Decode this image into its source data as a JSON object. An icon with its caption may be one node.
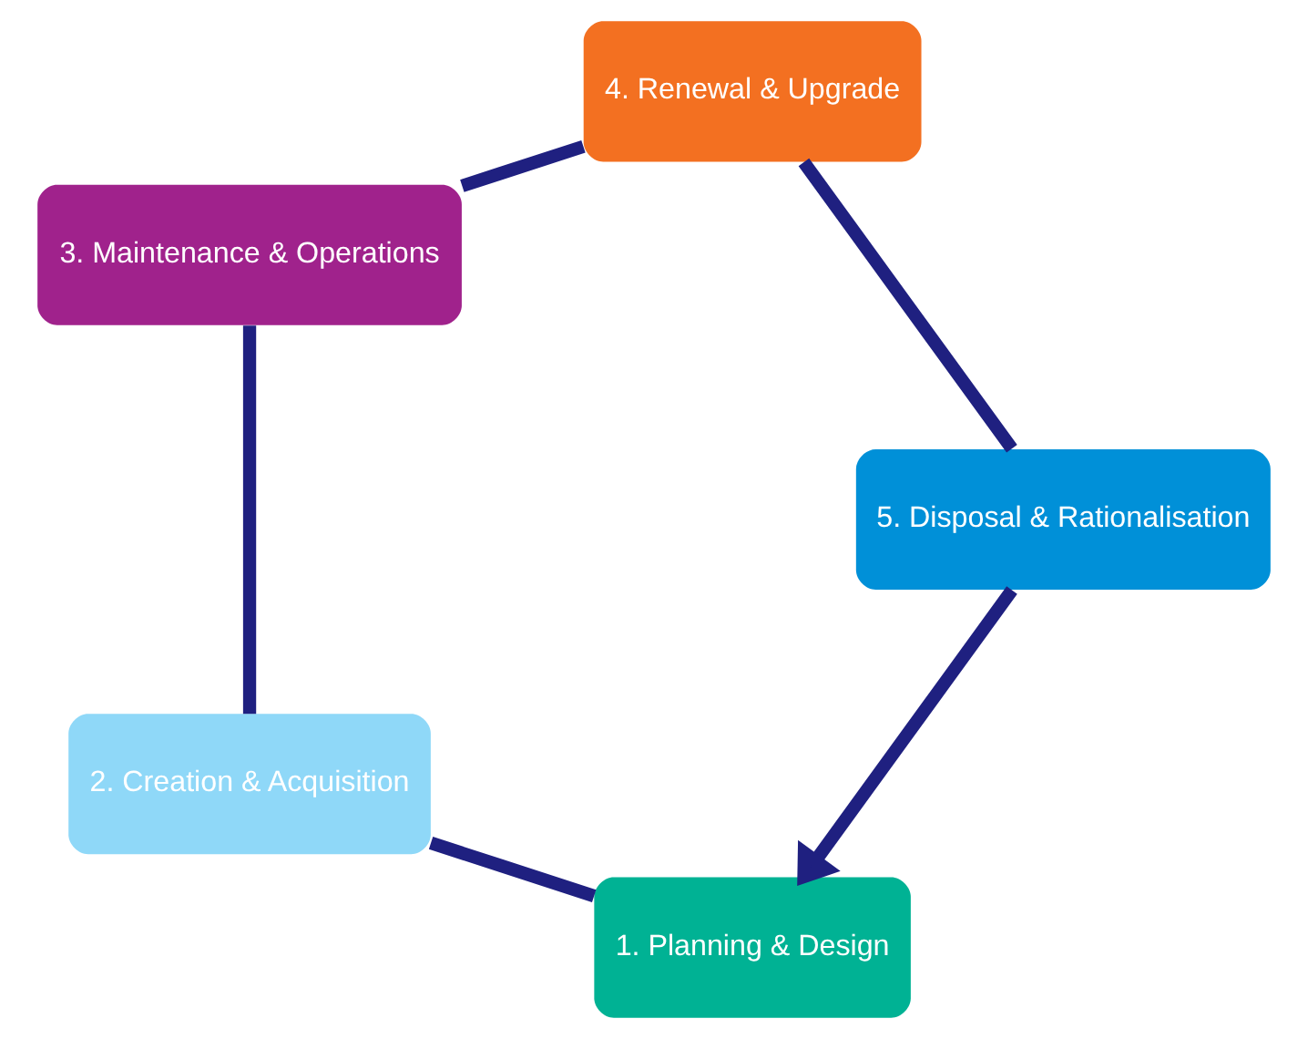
{
  "diagram": {
    "nodes": [
      {
        "text": [
          "1. Planning & Design"
        ]
      },
      {
        "text": [
          "2. Creation & Acquisition"
        ]
      },
      {
        "text": [
          "3. Maintenance & Operations"
        ]
      },
      {
        "text": [
          "4. Renewal & Upgrade"
        ]
      },
      {
        "text": [
          "5. Disposal & Rationalisation"
        ]
      }
    ],
    "edges": [
      {
        "from": 0,
        "to": 1,
        "arrow": "none"
      },
      {
        "from": 1,
        "to": 2,
        "arrow": "none"
      },
      {
        "from": 2,
        "to": 3,
        "arrow": "none"
      },
      {
        "from": 3,
        "to": 4,
        "arrow": "none"
      },
      {
        "from": 4,
        "to": 0,
        "arrow": "to"
      }
    ]
  }
}
